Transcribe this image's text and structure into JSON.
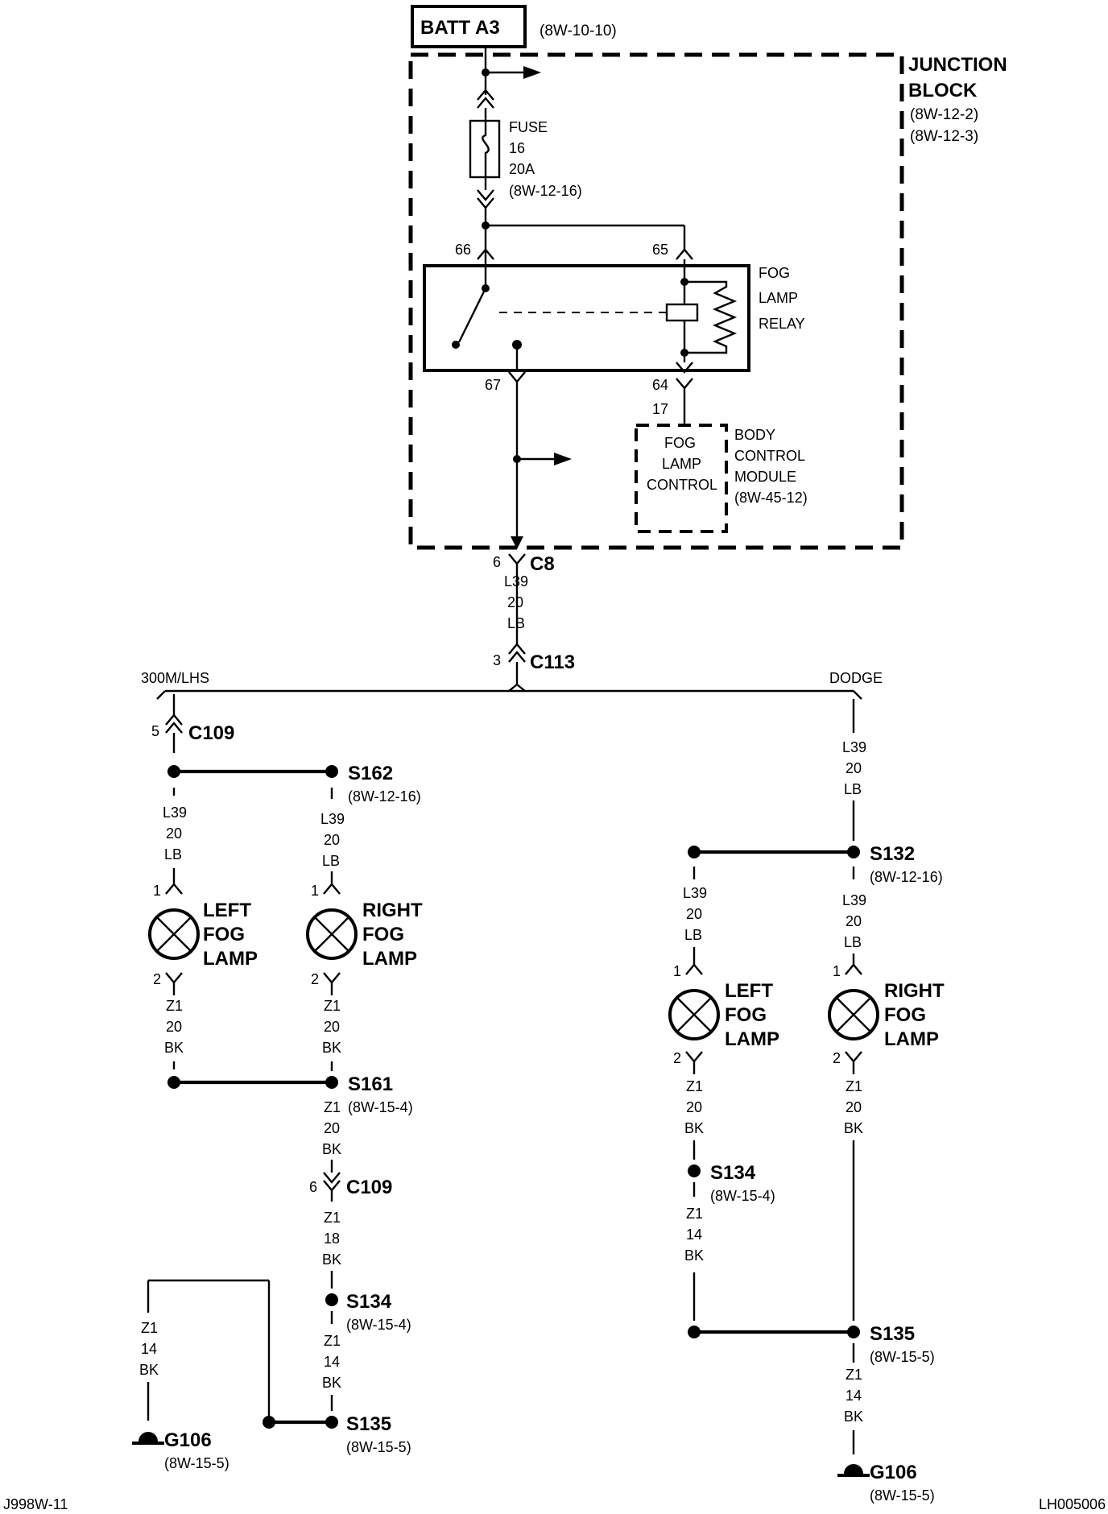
{
  "battery": {
    "label": "BATT A3",
    "ref": "(8W-10-10)"
  },
  "junction_block": {
    "title_line1": "JUNCTION",
    "title_line2": "BLOCK",
    "ref1": "(8W-12-2)",
    "ref2": "(8W-12-3)"
  },
  "fuse": {
    "line1": "FUSE",
    "line2": "16",
    "line3": "20A",
    "ref": "(8W-12-16)"
  },
  "relay": {
    "line1": "FOG",
    "line2": "LAMP",
    "line3": "RELAY",
    "pin_66": "66",
    "pin_65": "65",
    "pin_67": "67",
    "pin_64": "64"
  },
  "bcm": {
    "pin": "17",
    "inner1": "FOG",
    "inner2": "LAMP",
    "inner3": "CONTROL",
    "title1": "BODY",
    "title2": "CONTROL",
    "title3": "MODULE",
    "ref": "(8W-45-12)"
  },
  "c8": {
    "pin": "6",
    "label": "C8",
    "wire1": "L39",
    "wire2": "20",
    "wire3": "LB"
  },
  "c113": {
    "pin": "3",
    "label": "C113"
  },
  "variants": {
    "left": "300M/LHS",
    "right": "DODGE"
  },
  "left_side": {
    "c109_top": {
      "pin": "5",
      "label": "C109"
    },
    "s162": {
      "label": "S162",
      "ref": "(8W-12-16)"
    },
    "wire_a": {
      "l1": "L39",
      "l2": "20",
      "l3": "LB"
    },
    "wire_b": {
      "l1": "L39",
      "l2": "20",
      "l3": "LB"
    },
    "left_lamp": {
      "pin1": "1",
      "pin2": "2",
      "t1": "LEFT",
      "t2": "FOG",
      "t3": "LAMP"
    },
    "right_lamp": {
      "pin1": "1",
      "pin2": "2",
      "t1": "RIGHT",
      "t2": "FOG",
      "t3": "LAMP"
    },
    "gnd_a": {
      "l1": "Z1",
      "l2": "20",
      "l3": "BK"
    },
    "gnd_b": {
      "l1": "Z1",
      "l2": "20",
      "l3": "BK"
    },
    "s161": {
      "label": "S161",
      "ref": "(8W-15-4)",
      "l1": "Z1",
      "l2": "20",
      "l3": "BK"
    },
    "c109_bottom": {
      "pin": "6",
      "label": "C109",
      "l1": "Z1",
      "l2": "18",
      "l3": "BK"
    },
    "s134": {
      "label": "S134",
      "ref": "(8W-15-4)",
      "l1": "Z1",
      "l2": "14",
      "l3": "BK"
    },
    "branch": {
      "l1": "Z1",
      "l2": "14",
      "l3": "BK"
    },
    "s135": {
      "label": "S135",
      "ref": "(8W-15-5)"
    },
    "g106": {
      "label": "G106",
      "ref": "(8W-15-5)"
    }
  },
  "right_side": {
    "trunk": {
      "l1": "L39",
      "l2": "20",
      "l3": "LB"
    },
    "s132": {
      "label": "S132",
      "ref": "(8W-12-16)"
    },
    "wire_a": {
      "l1": "L39",
      "l2": "20",
      "l3": "LB"
    },
    "wire_b": {
      "l1": "L39",
      "l2": "20",
      "l3": "LB"
    },
    "left_lamp": {
      "pin1": "1",
      "pin2": "2",
      "t1": "LEFT",
      "t2": "FOG",
      "t3": "LAMP"
    },
    "right_lamp": {
      "pin1": "1",
      "pin2": "2",
      "t1": "RIGHT",
      "t2": "FOG",
      "t3": "LAMP"
    },
    "gnd_a": {
      "l1": "Z1",
      "l2": "20",
      "l3": "BK"
    },
    "gnd_b": {
      "l1": "Z1",
      "l2": "20",
      "l3": "BK"
    },
    "s134": {
      "label": "S134",
      "ref": "(8W-15-4)",
      "l1": "Z1",
      "l2": "14",
      "l3": "BK"
    },
    "s135": {
      "label": "S135",
      "ref": "(8W-15-5)",
      "l1": "Z1",
      "l2": "14",
      "l3": "BK"
    },
    "g106": {
      "label": "G106",
      "ref": "(8W-15-5)"
    }
  },
  "footer": {
    "left": "J998W-11",
    "right": "LH005006"
  }
}
